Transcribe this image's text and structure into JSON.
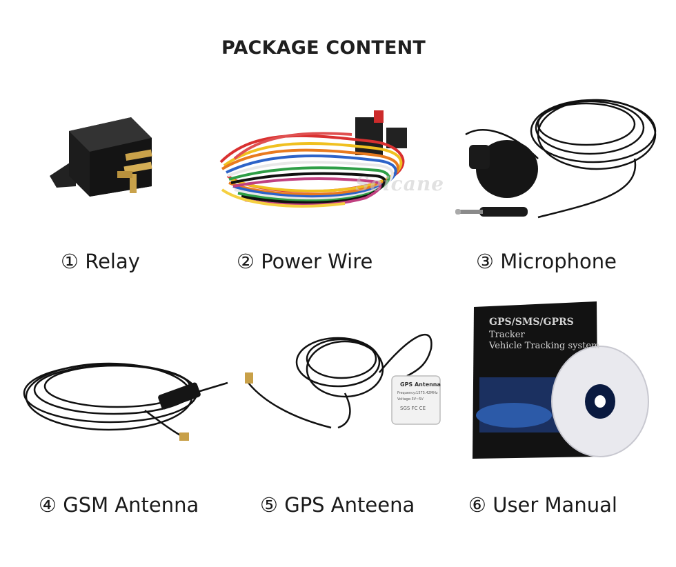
{
  "title": "PACKAGE CONTENT",
  "watermark": "Seicane",
  "items": [
    {
      "label": "① Relay"
    },
    {
      "label": "② Power Wire"
    },
    {
      "label": "③ Microphone"
    },
    {
      "label": "④ GSM Antenna"
    },
    {
      "label": "⑤ GPS Anteena"
    },
    {
      "label": "⑥ User Manual"
    }
  ],
  "manual": {
    "title": "GPS/SMS/GPRS",
    "line1": "Tracker",
    "line2": "Vehicle Tracking system"
  },
  "gps_module": {
    "title": "GPS Antenna",
    "spec1": "Frequency:1575.42MHz",
    "spec2": "Voltage:3V~5V",
    "marks": "SGS  FC  CE"
  }
}
